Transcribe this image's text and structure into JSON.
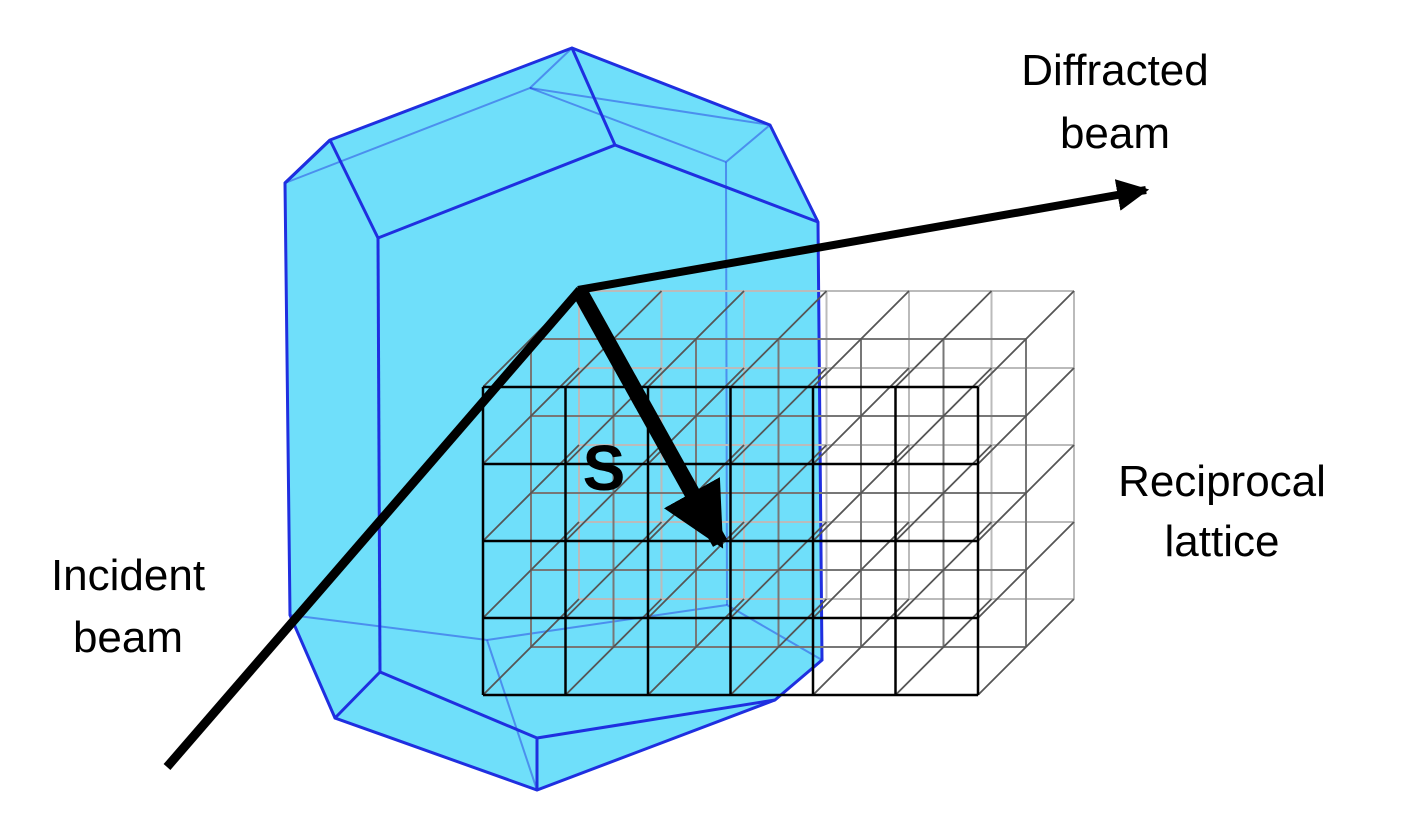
{
  "labels": {
    "diffracted_line1": "Diffracted",
    "diffracted_line2": "beam",
    "incident_line1": "Incident",
    "incident_line2": "beam",
    "reciprocal_line1": "Reciprocal",
    "reciprocal_line2": "lattice",
    "vector_s": "S"
  },
  "colors": {
    "crystal_fill": "#38d2f8",
    "crystal_edge": "#1f2fe0",
    "beam": "#000000",
    "lattice_front": "#000000",
    "lattice_back": "#bbbbbb"
  },
  "lattice": {
    "columns": 6,
    "rows": 4,
    "depth_cells": 2
  }
}
